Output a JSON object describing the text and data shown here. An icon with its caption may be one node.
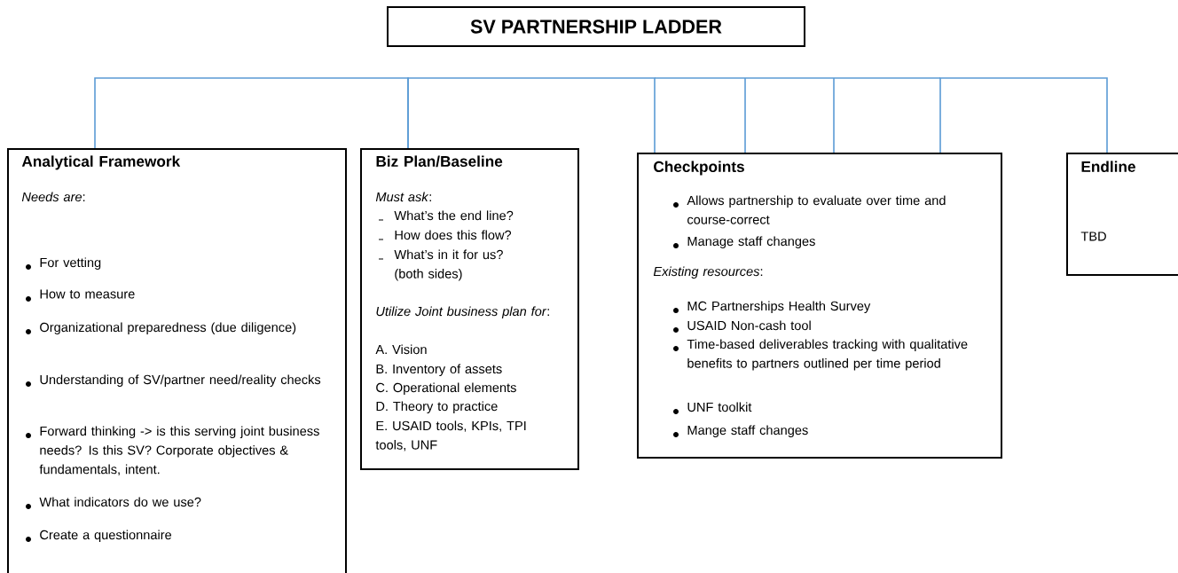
{
  "diagram": {
    "nodes": [
      {
        "text": [
          "SV PARTNERSHIP LADDER"
        ]
      },
      {
        "text": [
          "Analytical Framework",
          "*Needs are*:",
          "For vetting",
          "How to measure",
          "Organizational preparedness (due diligence)",
          "Understanding of SV/partner need/reality checks",
          "Forward thinking -> is this serving joint business needs? Is this SV? Corporate objectives & fundamentals, intent.",
          "What indicators do we use?",
          "Create a questionnaire"
        ]
      },
      {
        "text": [
          "Biz Plan/Baseline",
          "*Must ask*:",
          "What’s the end line?",
          "How does this flow?",
          "What’s in it for us? (both sides)",
          "*Utilize Joint business plan for*:",
          "A. Vision",
          "B. Inventory of assets",
          "C. Operational elements",
          "D. Theory to practice",
          "E. USAID tools, KPIs, TPI tools, UNF"
        ]
      },
      {
        "text": [
          "Checkpoints",
          "Allows partnership to evaluate over time and course-correct",
          "Manage staff changes",
          "*Existing resources*:",
          "MC Partnerships Health Survey",
          "USAID Non-cash tool",
          "Time-based deliverables tracking with qualitative benefits to partners outlined per time period",
          "UNF toolkit",
          "Mange staff changes"
        ]
      },
      {
        "text": [
          "Endline",
          "TBD"
        ]
      }
    ],
    "edges": [
      {
        "from": 1,
        "to": 2,
        "arrow": "none"
      },
      {
        "from": 2,
        "to": 3,
        "arrow": "none"
      },
      {
        "from": 3,
        "to": 4,
        "arrow": "none"
      }
    ]
  }
}
